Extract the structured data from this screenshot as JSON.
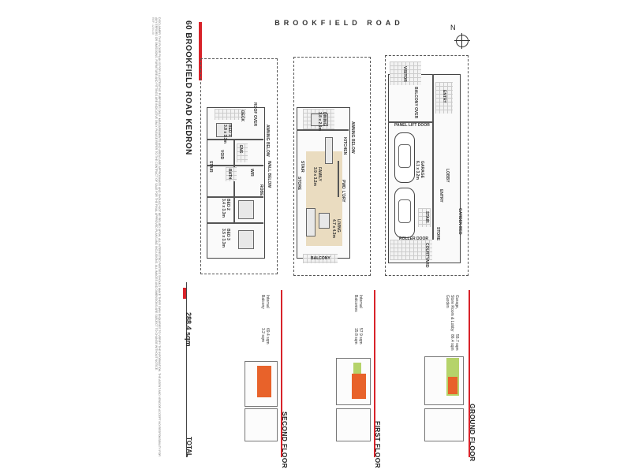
{
  "header": {
    "road_name": "BROOKFIELD ROAD",
    "north_label": "N",
    "address": "60 BROOKFIELD ROAD KEDRON",
    "disclaimer_ref": "REF: 1234-00",
    "disclaimer": "DISCLAIMER: THIS FLOOR PLAN IS FOR ILLUSTRATIVE PURPOSES ONLY. MEASUREMENTS AND AREAS ARE APPROXIMATE AND SHOULD NOT BE RELIED UPON. ALL INTERESTED PARTIES SHOULD MAKE THEIR OWN ENQUIRIES TO VERIFY THE INFORMATION. THE AGENT AND VENDOR ACCEPT NO RESPONSIBILITY FOR ANY ERRORS OR OMISSIONS. FURNITURE AND FITTINGS ARE INDICATIVE ONLY. PLEASE REFER TO THE CONTRACT OF SALE FOR THE FINAL APPROVED PLANS AND INCLUSIONS. ALL IMAGES AND DIMENSIONS ARE SUBJECT TO CHANGE WITHOUT NOTICE."
  },
  "plans": {
    "second": {
      "labels": {
        "deck": "DECK",
        "bed1": "BED 1",
        "bed1_dim": "3.8 x 3.3m",
        "ens": "ENS",
        "bath": "BATH",
        "wir": "WIR",
        "bed2": "BED 2",
        "bed2_dim": "3.4 x 3.3m",
        "bed3": "BED 3",
        "bed3_dim": "3.5 x 3.3m",
        "stair": "STAIR",
        "roof_over": "ROOF OVER",
        "awning_below": "AWNING BELOW",
        "void": "VOID",
        "wall_below": "WALL BELOW",
        "robe": "ROBE"
      }
    },
    "first": {
      "labels": {
        "dining": "DINING",
        "dining_dim": "3.8 x 2.9m",
        "kitchen": "KITCHEN",
        "family": "FAMILY",
        "family_dim": "3.9 x 3.2m",
        "living": "LIVING",
        "living_dim": "4.7 x 4.3m",
        "stair": "STAIR",
        "store": "STORE",
        "pwd": "PWD",
        "ldry": "L'DRY",
        "balcony": "BALCONY",
        "awning_below": "AWNING BELOW"
      }
    },
    "ground": {
      "labels": {
        "visitor": "VISITOR",
        "balcony_over": "BALCONY OVER",
        "entry": "ENTRY",
        "panel_lift_door": "PANEL LIFT DOOR",
        "garage": "GARAGE",
        "garage_dim": "6.1 x 3.2m",
        "lobby": "LOBBY",
        "entry2": "ENTRY",
        "stair": "STAIR",
        "store": "STORE",
        "roller_door": "ROLLER DOOR",
        "courtyard": "COURTYARD",
        "garden_bed": "GARDEN BED"
      }
    }
  },
  "areas": {
    "second_floor": {
      "name": "SECOND FLOOR",
      "rows": [
        {
          "label": "Internal",
          "value": "69.4 sqm"
        },
        {
          "label": "Balcony",
          "value": "3.2 sqm"
        }
      ]
    },
    "first_floor": {
      "name": "FIRST FLOOR",
      "rows": [
        {
          "label": "Internal",
          "value": "57.9 sqm"
        },
        {
          "label": "Balconies",
          "value": "15.8 sqm"
        }
      ]
    },
    "ground_floor": {
      "name": "GROUND FLOOR",
      "rows": [
        {
          "label": "Garage,",
          "value": "55.7 sqm"
        },
        {
          "label": "Store Room & Lobby",
          "value": "86.4 sqm"
        },
        {
          "label": "Garden",
          "value": ""
        }
      ]
    },
    "total": {
      "label": "TOTAL",
      "value": "288.4 sqm"
    }
  },
  "colors": {
    "accent_red": "#d8232a",
    "highlight_orange": "#e8622a",
    "garden_green": "#b5d36a",
    "floor_wood": "#eadcc0"
  }
}
